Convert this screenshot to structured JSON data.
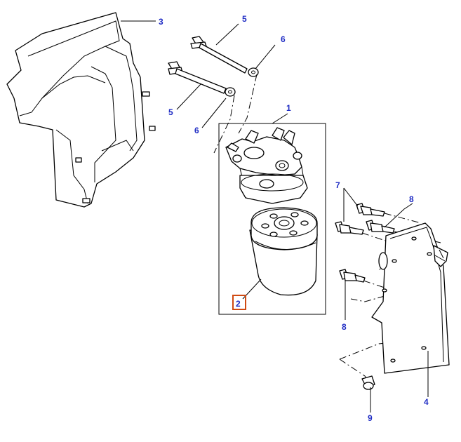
{
  "callouts": {
    "c1": "1",
    "c2": "2",
    "c3": "3",
    "c4": "4",
    "c5a": "5",
    "c5b": "5",
    "c6a": "6",
    "c6b": "6",
    "c7": "7",
    "c8a": "8",
    "c8b": "8",
    "c9": "9"
  },
  "selected_callout": "2",
  "colors": {
    "callout_text": "#1f2cc4",
    "highlight_box": "#d04a12",
    "line": "#000000",
    "background": "#ffffff"
  }
}
